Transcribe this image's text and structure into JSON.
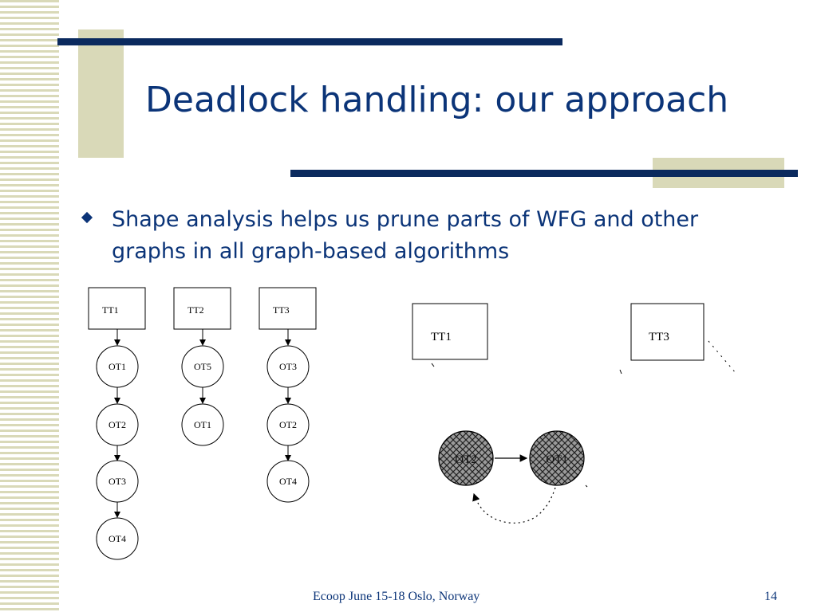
{
  "slide": {
    "title": "Deadlock handling: our approach",
    "bullet": "Shape analysis helps us prune parts of WFG and other graphs in all graph-based algorithms",
    "footer": "Ecoop June 15-18 Oslo, Norway",
    "page_number": "14"
  },
  "diagram_left": {
    "chains": [
      {
        "task": "TT1",
        "objects": [
          "OT1",
          "OT2",
          "OT3",
          "OT4"
        ]
      },
      {
        "task": "TT2",
        "objects": [
          "OT5",
          "OT1"
        ]
      },
      {
        "task": "TT3",
        "objects": [
          "OT3",
          "OT2",
          "OT4"
        ]
      }
    ]
  },
  "diagram_right": {
    "tasks": [
      "TT1",
      "TT3"
    ],
    "objects": [
      "OT2",
      "OT1"
    ]
  },
  "colors": {
    "title": "#0b3478",
    "bar": "#0b2a5e",
    "accent_block": "#d9d9b8"
  }
}
